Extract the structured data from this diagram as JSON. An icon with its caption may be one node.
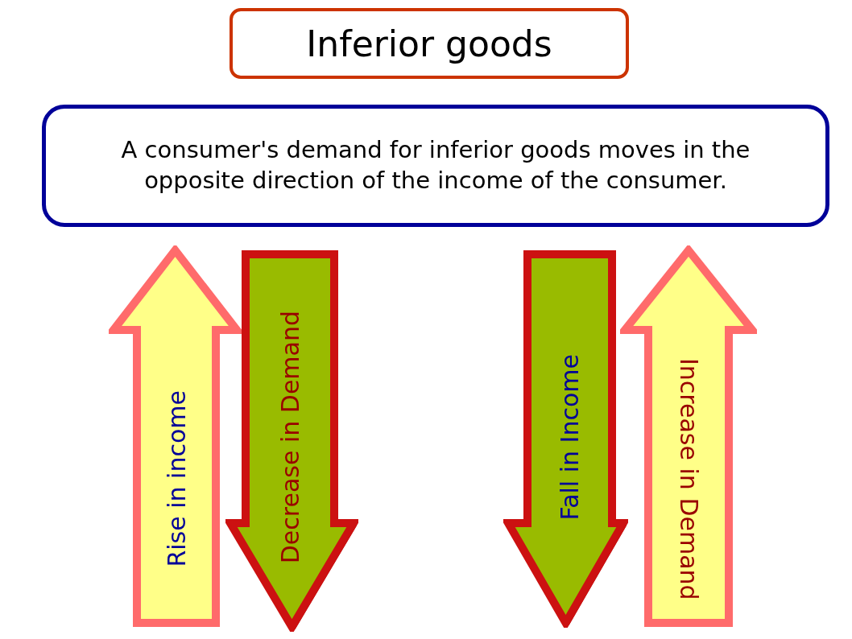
{
  "diagram": {
    "title": "Inferior goods",
    "nodes": [
      {
        "text": [
          "A consumer's demand for inferior goods moves in the opposite direction of the income of the consumer."
        ]
      },
      {
        "text": [
          "Rise in income"
        ]
      },
      {
        "text": [
          "Decrease in Demand"
        ]
      },
      {
        "text": [
          "Fall in Income"
        ]
      },
      {
        "text": [
          "Increase in Demand"
        ]
      }
    ]
  }
}
